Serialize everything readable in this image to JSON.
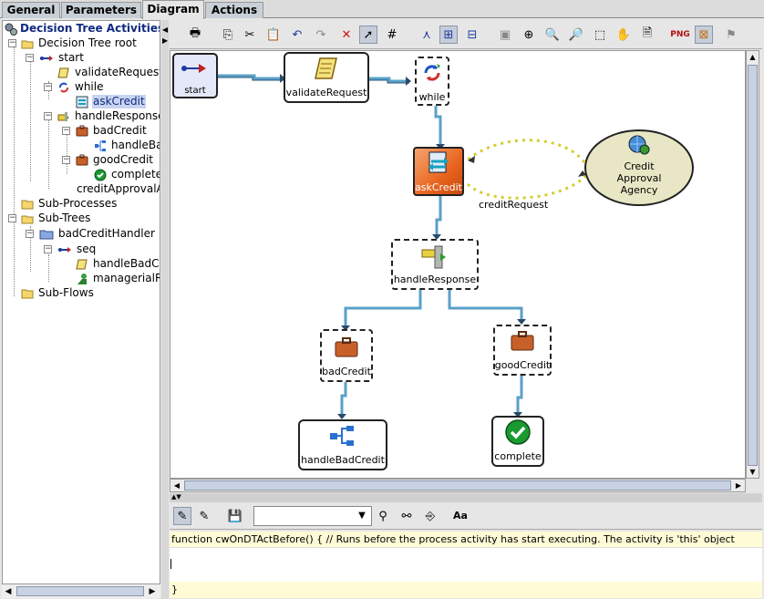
{
  "tabs": [
    {
      "label": "General"
    },
    {
      "label": "Parameters"
    },
    {
      "label": "Diagram"
    },
    {
      "label": "Actions"
    }
  ],
  "tree": {
    "root": "Decision Tree Activities",
    "items": [
      {
        "label": "Decision Tree root"
      },
      {
        "label": "start"
      },
      {
        "label": "validateRequest"
      },
      {
        "label": "while"
      },
      {
        "label": "askCredit"
      },
      {
        "label": "handleResponse"
      },
      {
        "label": "badCredit"
      },
      {
        "label": "handleBadCredit"
      },
      {
        "label": "goodCredit"
      },
      {
        "label": "complete"
      },
      {
        "label": "creditApprovalAgency"
      },
      {
        "label": "Sub-Processes"
      },
      {
        "label": "Sub-Trees"
      },
      {
        "label": "badCreditHandler"
      },
      {
        "label": "seq"
      },
      {
        "label": "handleBadCredit"
      },
      {
        "label": "managerialReview"
      },
      {
        "label": "Sub-Flows"
      }
    ]
  },
  "diagram": {
    "nodes": {
      "start": "start",
      "validateRequest": "validateRequest",
      "while": "while",
      "askCredit": "askCredit",
      "agency": [
        "Credit",
        "Approval",
        "Agency"
      ],
      "handleResponse": "handleResponse",
      "badCredit": "badCredit",
      "goodCredit": "goodCredit",
      "handleBadCredit": "handleBadCredit",
      "complete": "complete"
    },
    "edge_label": "creditRequest"
  },
  "editor": {
    "combo_value": "",
    "font_button": "Aa",
    "line1": "function cwOnDTActBefore() { // Runs before the process activity has start executing. The activity is 'this' object",
    "line2": "}"
  },
  "colors": {
    "accent": "#e8641e",
    "edge": "#5aa0c8",
    "agency": "#e8e6c4",
    "selection": "#c8d4f0"
  }
}
